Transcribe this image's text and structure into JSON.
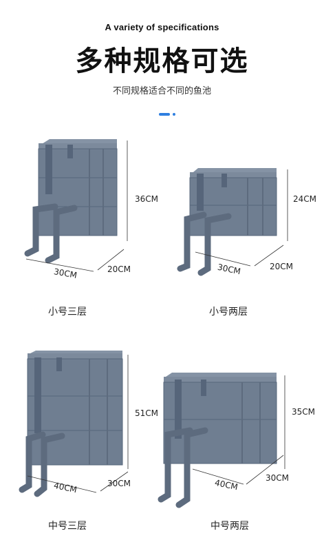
{
  "header": {
    "eyebrow": "A variety of specifications",
    "title": "多种规格可选",
    "subtitle": "不同规格适合不同的鱼池",
    "accent_color": "#2f7fe0"
  },
  "products": [
    {
      "caption": "小号三层",
      "width": "30CM",
      "depth": "20CM",
      "height": "36CM"
    },
    {
      "caption": "小号两层",
      "width": "30CM",
      "depth": "20CM",
      "height": "24CM"
    },
    {
      "caption": "中号三层",
      "width": "40CM",
      "depth": "30CM",
      "height": "51CM"
    },
    {
      "caption": "中号两层",
      "width": "40CM",
      "depth": "30CM",
      "height": "35CM"
    }
  ],
  "colors": {
    "bin": "#6f7e91",
    "bin_dark": "#56657a",
    "bin_light": "#8593a5",
    "line": "#333333"
  }
}
